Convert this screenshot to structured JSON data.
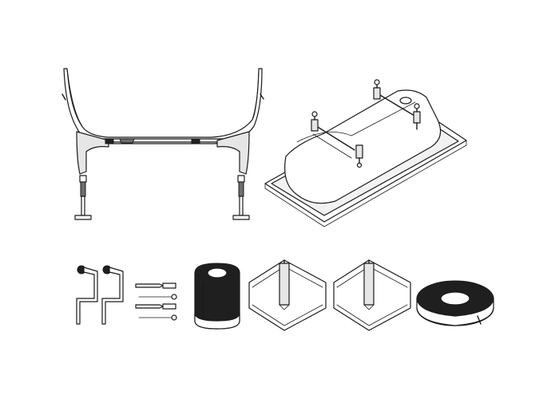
{
  "colors": {
    "background": "#ffffff",
    "outline": "#1a1a1a",
    "tape_fill": "#1f1f1f",
    "panel_shade": "#e6e6e6"
  },
  "parts": [
    {
      "icon": "bathtub-front-view-with-legs-icon"
    },
    {
      "icon": "bathtub-perspective-with-mounting-brackets-icon"
    },
    {
      "icon": "wall-hook-brackets-icon",
      "count": 2
    },
    {
      "icon": "wall-plugs-and-screws-icon",
      "count": 4
    },
    {
      "icon": "roll-of-tape-icon"
    },
    {
      "icon": "corner-seal-strip-icon",
      "count": 2
    },
    {
      "icon": "roll-of-sealing-tape-icon"
    }
  ]
}
